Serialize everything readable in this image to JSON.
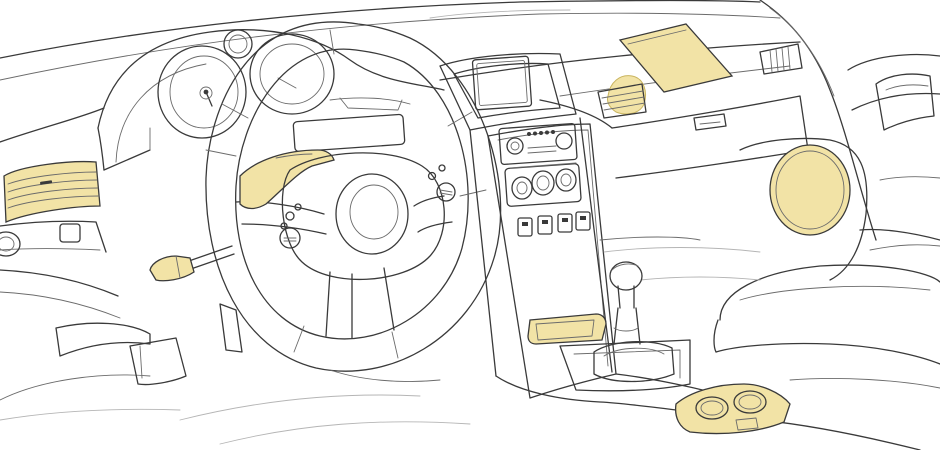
{
  "illustration": {
    "style": "line-art",
    "line_color": "#3a3a3a",
    "background_color": "#ffffff",
    "highlight_color": "#f2e3a6",
    "highlight_stroke": "#c9b45e",
    "highlighted_parts": [
      "left-air-vent",
      "glovebox-top-panel",
      "center-right-air-vent",
      "right-door-speaker",
      "steering-column-shroud",
      "turn-signal-stalk",
      "front-storage-tray",
      "rear-cupholder-console"
    ]
  }
}
